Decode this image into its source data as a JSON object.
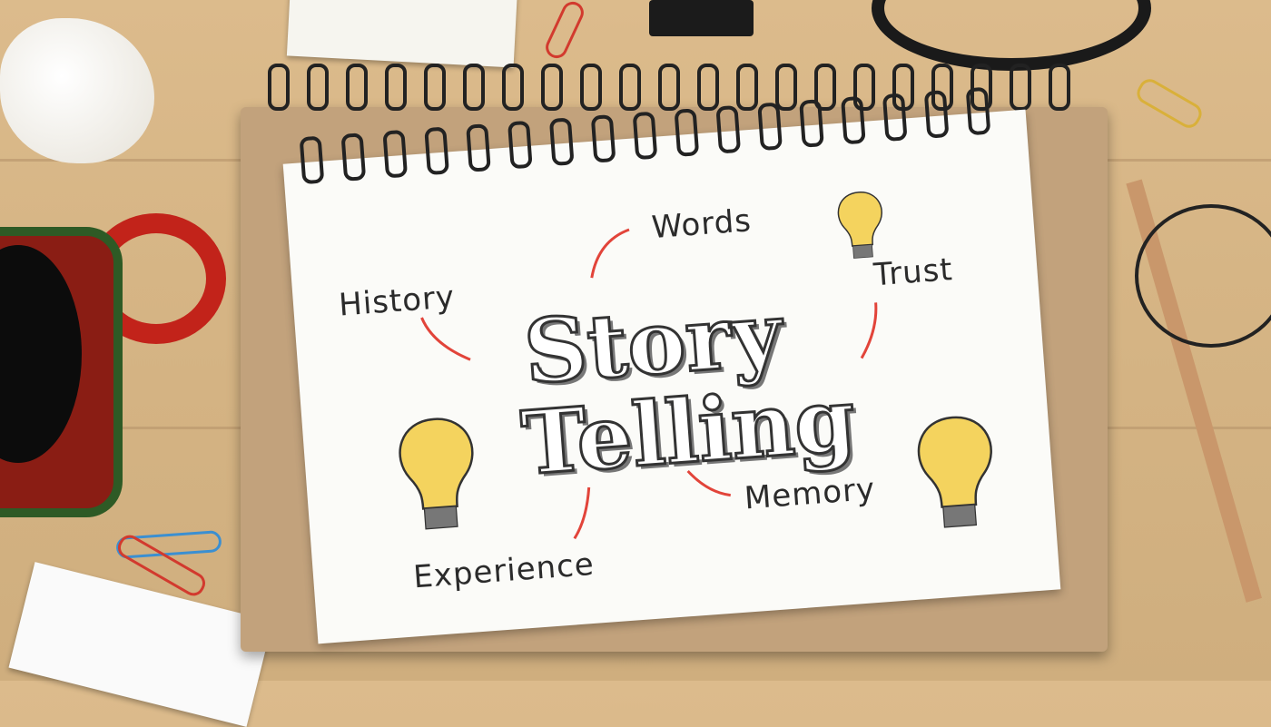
{
  "notepad": {
    "title_line1": "Story",
    "title_line2": "Telling",
    "words": [
      "History",
      "Words",
      "Trust",
      "Memory",
      "Experience"
    ]
  },
  "colors": {
    "arrow": "#e2443a",
    "bulb": "#f4d35e",
    "wood": "#d6b585",
    "kraft": "#c2a27c"
  }
}
